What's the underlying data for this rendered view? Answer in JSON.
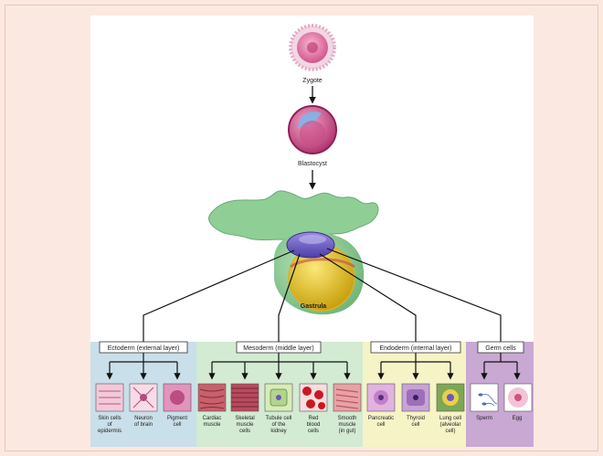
{
  "zygote_label": "Zygote",
  "blastocyst_label": "Blastocyst",
  "gastrula_label": "Gastrula",
  "layers": [
    {
      "title": "Ectoderm (external layer)",
      "color": "#c9dfe9",
      "cells": [
        [
          "Skin cells",
          "of",
          "epidermis"
        ],
        [
          "Neuron",
          "of brain"
        ],
        [
          "Pigment",
          "cell"
        ]
      ]
    },
    {
      "title": "Mesoderm (middle layer)",
      "color": "#d3ead3",
      "cells": [
        [
          "Cardiac",
          "muscle"
        ],
        [
          "Skeletal",
          "muscle",
          "cells"
        ],
        [
          "Tubule cell",
          "of the",
          "kidney"
        ],
        [
          "Red",
          "blood",
          "cells"
        ],
        [
          "Smooth",
          "muscle",
          "(in gut)"
        ]
      ]
    },
    {
      "title": "Endoderm (internal layer)",
      "color": "#f6f3c7",
      "cells": [
        [
          "Pancreatic",
          "cell"
        ],
        [
          "Thyroid",
          "cell"
        ],
        [
          "Lung cell",
          "(alveolar",
          "cell)"
        ]
      ]
    },
    {
      "title": "Germ cells",
      "color": "#c9a8d3",
      "cells": [
        [
          "Sperm"
        ],
        [
          "Egg"
        ]
      ]
    }
  ],
  "colors": {
    "page_bg": "#fbe9e1",
    "panel_bg": "#ffffff",
    "tissue_green": "#8fcf95",
    "yolk": "#e7c21c",
    "cell_pink": "#d85b8e",
    "cell_purple": "#6a58c2"
  }
}
